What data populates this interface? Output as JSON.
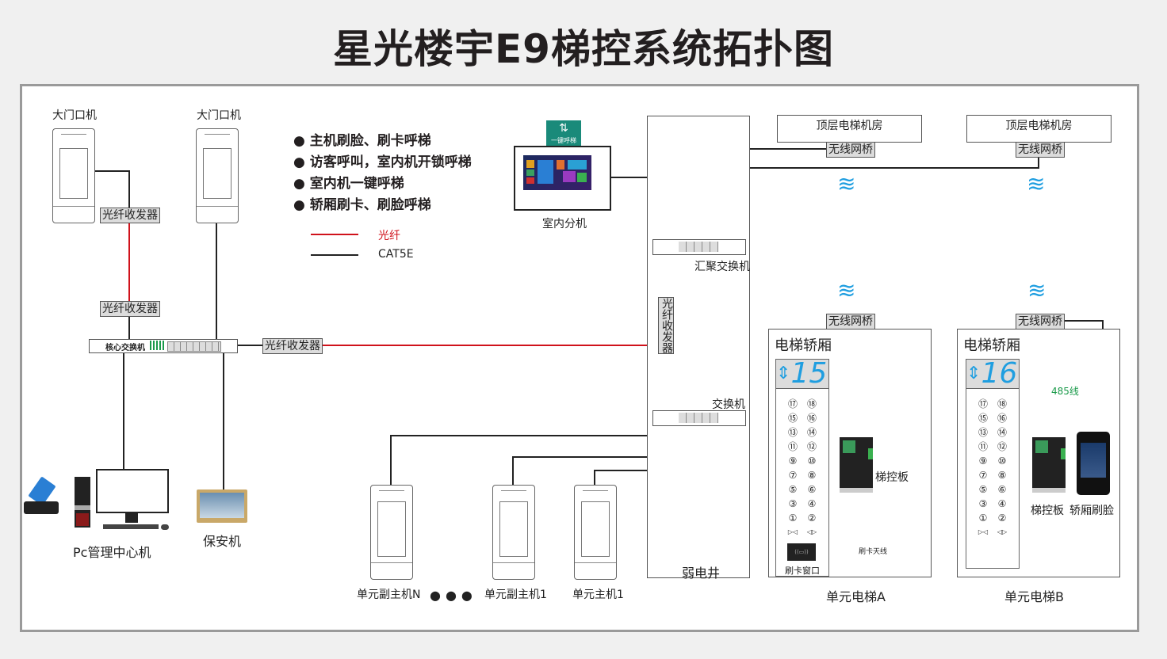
{
  "title": "星光楼宇E9梯控系统拓扑图",
  "legend": {
    "bullets": [
      "主机刷脸、刷卡呼梯",
      "访客呼叫，室内机开锁呼梯",
      "室内机一键呼梯",
      "轿厢刷卡、刷脸呼梯"
    ],
    "lines": [
      {
        "label": "光纤",
        "color": "#d0121b"
      },
      {
        "label": "CAT5E",
        "color": "#222222"
      }
    ]
  },
  "left": {
    "gate1_label": "大门口机",
    "gate2_label": "大门口机",
    "fiber_transceiver_1": "光纤收发器",
    "fiber_transceiver_2": "光纤收发器",
    "fiber_transceiver_3": "光纤收发器",
    "core_switch_label": "核心交换机",
    "pc_label": "Pc管理中心机",
    "guard_label": "保安机"
  },
  "indoor": {
    "one_key_label": "一键呼梯",
    "label": "室内分机"
  },
  "shaft": {
    "label": "弱电井",
    "fiber_transceiver": "光纤收发器",
    "agg_switch_label": "汇聚交换机",
    "switch_label": "交换机"
  },
  "units": {
    "sub_host_n": "单元副主机N",
    "sub_host_1": "单元副主机1",
    "main_host_1": "单元主机1"
  },
  "machine_rooms": [
    {
      "label": "顶层电梯机房",
      "bridge": "无线网桥"
    },
    {
      "label": "顶层电梯机房",
      "bridge": "无线网桥"
    }
  ],
  "elevators": [
    {
      "name": "单元电梯A",
      "car_label": "电梯轿厢",
      "bridge": "无线网桥",
      "floor_display": "15",
      "buttons": [
        "⑰",
        "⑱",
        "⑮",
        "⑯",
        "⑬",
        "⑭",
        "⑪",
        "⑫",
        "⑨",
        "⑩",
        "⑦",
        "⑧",
        "⑤",
        "⑥",
        "③",
        "④",
        "①",
        "②",
        "▷◁",
        "◁▷"
      ],
      "board_label": "梯控板",
      "antenna_label": "刷卡天线",
      "card_window_label": "刷卡窗口"
    },
    {
      "name": "单元电梯B",
      "car_label": "电梯轿厢",
      "bridge": "无线网桥",
      "floor_display": "16",
      "buttons": [
        "⑰",
        "⑱",
        "⑮",
        "⑯",
        "⑬",
        "⑭",
        "⑪",
        "⑫",
        "⑨",
        "⑩",
        "⑦",
        "⑧",
        "⑤",
        "⑥",
        "③",
        "④",
        "①",
        "②",
        "▷◁",
        "◁▷"
      ],
      "board_label": "梯控板",
      "face_label": "轿厢刷脸",
      "wire_485_label": "485线"
    }
  ],
  "colors": {
    "fiber": "#d0121b",
    "cat5e": "#222222",
    "rs485": "#1a9a4a",
    "antenna": "#1f9ee0",
    "wifi": "#1f9ee0"
  }
}
